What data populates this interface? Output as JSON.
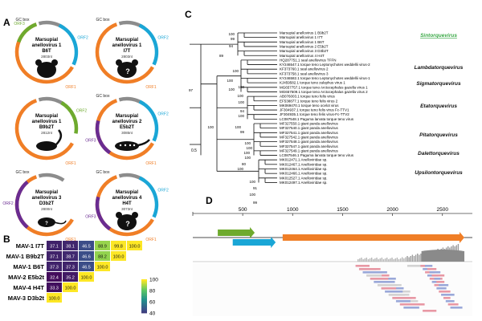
{
  "panel_labels": {
    "a": "A",
    "b": "B",
    "c": "C",
    "d": "D"
  },
  "colors": {
    "orange": "#f07e26",
    "green": "#6eaa2e",
    "cyan": "#1aa6d6",
    "purple": "#6a2c91",
    "gray": "#8c8c8c",
    "scale_cell_border": "#ffffff"
  },
  "genomes": [
    {
      "title_lines": [
        "Marsupial",
        "anellovirus 1",
        "B6T"
      ],
      "size": "2803nt",
      "orfs": [
        {
          "label": "ORF2",
          "color": "cyan"
        },
        {
          "label": "ORF1",
          "color": "orange"
        },
        {
          "label": "ORF3",
          "color": "green"
        }
      ],
      "gc_label": "GC box",
      "animal": "koala"
    },
    {
      "title_lines": [
        "Marsupial",
        "anellovirus 1",
        "I7T"
      ],
      "size": "2803nt",
      "orfs": [
        {
          "label": "ORF2",
          "color": "cyan"
        },
        {
          "label": "ORF1",
          "color": "orange"
        }
      ],
      "gc_label": "GC box",
      "animal": "koala"
    },
    {
      "title_lines": [
        "Marsupial",
        "anellovirus 1",
        "B9b2T"
      ],
      "size": "2812nt",
      "orfs": [
        {
          "label": "ORF2",
          "color": "green"
        },
        {
          "label": "ORF1",
          "color": "orange"
        }
      ],
      "gc_label": "",
      "animal": "possum"
    },
    {
      "title_lines": [
        "Marsupial",
        "anellovirus 2",
        "E5b2T"
      ],
      "size": "3085nt",
      "orfs": [
        {
          "label": "ORF2",
          "color": "cyan"
        },
        {
          "label": "ORF3",
          "color": "purple"
        },
        {
          "label": "ORF1",
          "color": "orange"
        }
      ],
      "gc_label": "GC box",
      "animal": "quoll"
    },
    {
      "title_lines": [
        "Marsupial",
        "anellovirus 3",
        "D3b2T"
      ],
      "size": "2800nt",
      "orfs": [
        {
          "label": "ORF2",
          "color": "purple"
        },
        {
          "label": "ORF1",
          "color": "orange"
        }
      ],
      "gc_label": "GC box",
      "animal": "rat"
    },
    {
      "title_lines": [
        "Marsupial",
        "anellovirus 4",
        "H4T"
      ],
      "size": "3073nt",
      "orfs": [
        {
          "label": "ORF2",
          "color": "cyan"
        },
        {
          "label": "ORF1",
          "color": "orange"
        },
        {
          "label": "ORF3",
          "color": "purple"
        }
      ],
      "gc_label": "GC box",
      "animal": "koala"
    }
  ],
  "heatmap": {
    "rows": [
      "MAV-1 I7T",
      "MAV-1 B9b2T",
      "MAV-1 B6T",
      "MAV-2 E5b2t",
      "MAV-4 H4T",
      "MAV-3 D3b2t"
    ],
    "cells": [
      [
        "37.1",
        "38.1",
        "46.5",
        "88.9",
        "99.8",
        "100.0"
      ],
      [
        "37.1",
        "38.7",
        "46.6",
        "88.2",
        "100.0"
      ],
      [
        "37.3",
        "37.3",
        "46.5",
        "100.0"
      ],
      [
        "32.4",
        "35.2",
        "100.0"
      ],
      [
        "33.3",
        "100.0"
      ],
      [
        "100.0"
      ]
    ],
    "scale_ticks": [
      "100",
      "80",
      "60",
      "40"
    ]
  },
  "tree": {
    "leaves": [
      "Marsupial anellovirus 1 B9b2T",
      "Marsupial anellovirus 1 I7T",
      "Marsupial anellovirus 1 B6T",
      "Marsupial anellovirus 2 E5b2T",
      "Marsupial anellovirus 3 D3b2T",
      "Marsupial anellovirus 4 H4T",
      "HQ287751.1 seal anellovirus TFFN",
      "KY246547.1 torque teno Leptonychotes weddellii virus-2",
      "KF373760.1 seal anellovirus 2",
      "KF373758.1 seal anellovirus 3",
      "KY246582.1 torque teno Leptonychotes weddellii virus-1",
      "KJ459582.1 torque teno zalophus virus 1",
      "MG657757.1 torque teno Arctocephalus gazella virus 1",
      "MG657509.1 torque teno Arctocephalus gazella virus 2",
      "AB076003.1 torque teno felis virus",
      "EF538877.1 torque teno felis virus 2",
      "MK069470.1 torque teno ocelot virus",
      "JF304937.1 torque teno felis virus Fc-TTV1",
      "JF304935.1 torque teno felis virus-Fc-TTV2",
      "LC087548.1 Paguma larvata torque teno virus",
      "MF327550.1 giant panda anellovirus",
      "MF327540.1 giant panda anellovirus",
      "MF327541.1 giant panda anellovirus",
      "MF327542.1 giant panda anellovirus",
      "MF327548.1 giant panda anellovirus",
      "MF327547.1 giant panda anellovirus",
      "MF327549.1 giant panda anellovirus",
      "LC087546.1 Paguma larvata torque teno virus",
      "MK012471.1 Anelloviridae sp.",
      "MK012467.1 Anelloviridae sp.",
      "MK012464.1 Anelloviridae sp.",
      "MK012466.1 Anelloviridae sp.",
      "MK012527.1 Anelloviridae sp.",
      "MK012497.1 Anelloviridae sp."
    ],
    "genera": [
      {
        "name": "Sintorquevirus",
        "color": "#39a845",
        "underline": true
      },
      {
        "name": "Lambdatorquevirus",
        "color": "#111111",
        "underline": false
      },
      {
        "name": "Sigmatorquevirus",
        "color": "#111111",
        "underline": false
      },
      {
        "name": "Etatorquevirus",
        "color": "#111111",
        "underline": false
      },
      {
        "name": "Pitatorquevirus",
        "color": "#111111",
        "underline": false
      },
      {
        "name": "Dalettorquevirus",
        "color": "#111111",
        "underline": false
      },
      {
        "name": "Upsilontorquevirus",
        "color": "#111111",
        "underline": false
      }
    ],
    "bootstrap": [
      "100",
      "99",
      "94",
      "89",
      "97",
      "100",
      "100",
      "100",
      "100",
      "100",
      "100",
      "94",
      "100",
      "100",
      "100",
      "100",
      "100",
      "100",
      "80",
      "100",
      "100",
      "91",
      "100",
      "99",
      "99",
      "100"
    ],
    "scale_label": "0.5"
  },
  "coverage": {
    "axis_ticks": [
      "500",
      "1000",
      "1500",
      "2000",
      "2500"
    ],
    "axis_max": 2800
  }
}
